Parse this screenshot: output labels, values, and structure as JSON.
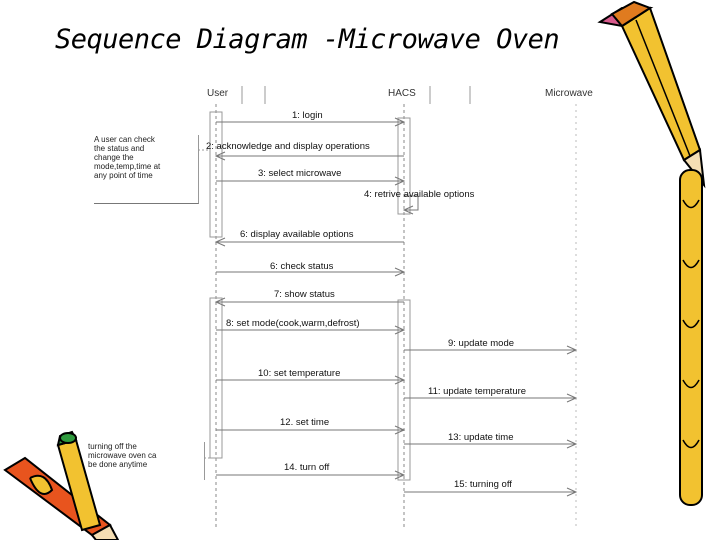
{
  "title": "Sequence Diagram -Microwave Oven",
  "lifelines": [
    {
      "id": "user",
      "label": "User"
    },
    {
      "id": "hacs",
      "label": "HACS"
    },
    {
      "id": "microwave",
      "label": "Microwave"
    }
  ],
  "notes": [
    {
      "text": "A user can check\nthe status and\nchange the\nmode,temp,time at\nany point of time"
    },
    {
      "text": "turning off the\nmicrowave oven ca\nbe done anytime"
    }
  ],
  "messages": [
    {
      "label": "1: login",
      "from": "user",
      "to": "hacs"
    },
    {
      "label": "2: acknowledge and display operations",
      "from": "hacs",
      "to": "user"
    },
    {
      "label": "3: select microwave",
      "from": "user",
      "to": "hacs"
    },
    {
      "label": "4: retrive available options",
      "from": "hacs",
      "to": "hacs"
    },
    {
      "label": "6: display available options",
      "from": "hacs",
      "to": "user"
    },
    {
      "label": "6: check status",
      "from": "user",
      "to": "hacs"
    },
    {
      "label": "7: show status",
      "from": "hacs",
      "to": "user"
    },
    {
      "label": "8: set mode(cook,warm,defrost)",
      "from": "user",
      "to": "hacs"
    },
    {
      "label": "9: update mode",
      "from": "hacs",
      "to": "microwave"
    },
    {
      "label": "10: set temperature",
      "from": "user",
      "to": "hacs"
    },
    {
      "label": "11: update temperature",
      "from": "hacs",
      "to": "microwave"
    },
    {
      "label": "12. set time",
      "from": "user",
      "to": "hacs"
    },
    {
      "label": "13: update time",
      "from": "hacs",
      "to": "microwave"
    },
    {
      "label": "14. turn off",
      "from": "user",
      "to": "hacs"
    },
    {
      "label": "15: turning off",
      "from": "hacs",
      "to": "microwave"
    }
  ],
  "colors": {
    "pencil_body": "#f2c230",
    "pencil_band": "#e07b1f",
    "pencil_eraser": "#d85a8c",
    "crayon_body": "#e8541e",
    "crayon_band": "#f2c230",
    "crayon_tip": "#2f9a3e"
  }
}
